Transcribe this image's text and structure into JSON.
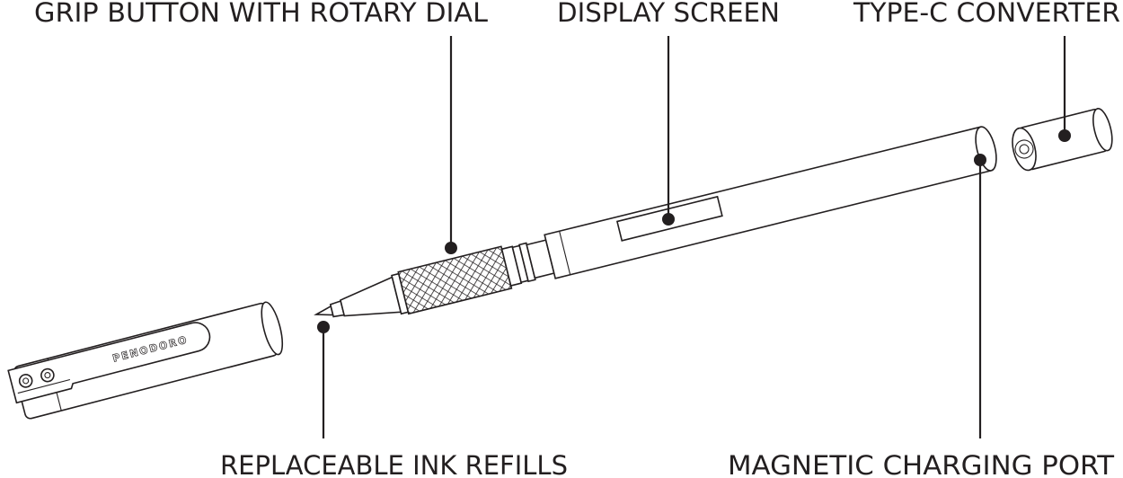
{
  "labels": {
    "grip": "GRIP BUTTON WITH ROTARY DIAL",
    "display": "DISPLAY SCREEN",
    "converter": "TYPE-C CONVERTER",
    "refills": "REPLACEABLE INK REFILLS",
    "port": "MAGNETIC CHARGING PORT"
  },
  "brand": "PENODORO",
  "colors": {
    "ink": "#231f20",
    "background": "#ffffff"
  }
}
